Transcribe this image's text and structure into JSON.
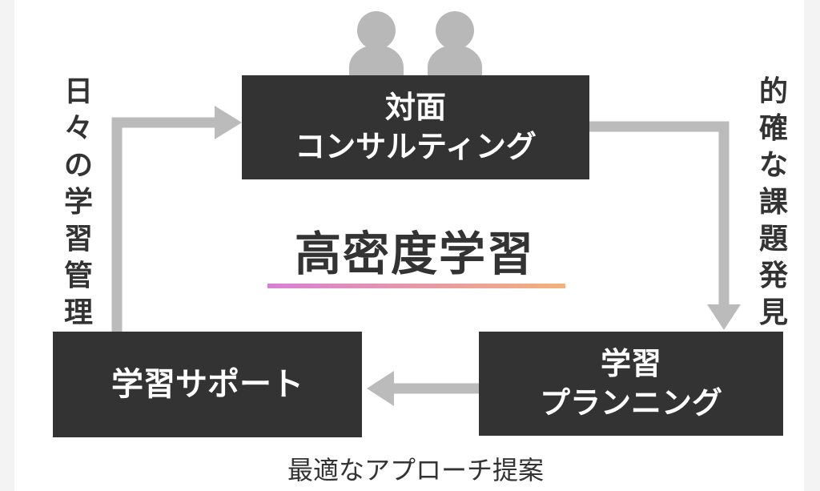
{
  "center_title": "高密度学習",
  "accent_gradient": [
    "#d97fd6",
    "#f2b27a"
  ],
  "box_color": "#333333",
  "arrow_color": "#bbbbbb",
  "icon_color": "#b8b8b8",
  "people_icon": "two-people-icon",
  "box_consulting": {
    "line1": "対面",
    "line2": "コンサルティング"
  },
  "box_planning": {
    "line1": "学習",
    "line2": "プランニング"
  },
  "box_support": {
    "line1": "学習サポート"
  },
  "left_label": {
    "chars": [
      "日",
      "々",
      "の",
      "学",
      "習",
      "管",
      "理"
    ]
  },
  "right_label": {
    "chars": [
      "的",
      "確",
      "な",
      "課",
      "題",
      "発",
      "見"
    ]
  },
  "bottom_caption": "最適なアプローチ提案"
}
